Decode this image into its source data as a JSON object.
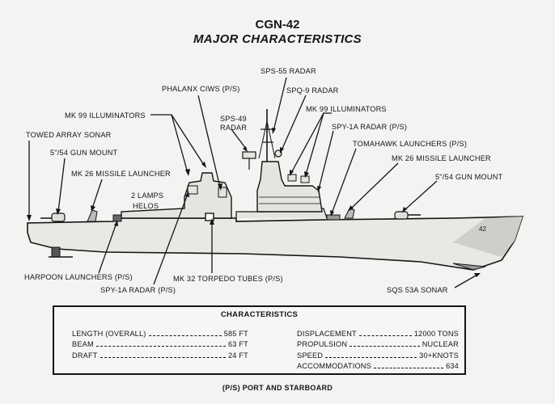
{
  "title": "CGN-42",
  "subtitle": "MAJOR CHARACTERISTICS",
  "hull_marking": "42",
  "callouts": {
    "towed_array_sonar": "TOWED ARRAY SONAR",
    "gun_mount_aft": "5\"/54 GUN MOUNT",
    "mk26_aft": "MK 26 MISSILE LAUNCHER",
    "mk99_aft": "MK 99 ILLUMINATORS",
    "phalanx": "PHALANX CIWS (P/S)",
    "sps55": "SPS-55 RADAR",
    "spq9": "SPQ-9 RADAR",
    "mk99_fwd": "MK 99 ILLUMINATORS",
    "sps49_line1": "SPS-49",
    "sps49_line2": "RADAR",
    "spy1a_fwd": "SPY-1A RADAR (P/S)",
    "tomahawk": "TOMAHAWK LAUNCHERS (P/S)",
    "mk26_fwd": "MK 26  MISSILE LAUNCHER",
    "gun_mount_fwd": "5\"/54 GUN MOUNT",
    "lamps_line1": "2 LAMPS",
    "lamps_line2": "HELOS",
    "harpoon": "HARPOON LAUNCHERS (P/S)",
    "spy1a_aft": "SPY-1A RADAR (P/S)",
    "torpedo": "MK 32 TORPEDO TUBES (P/S)",
    "sonar": "SQS 53A SONAR"
  },
  "characteristics": {
    "heading": "CHARACTERISTICS",
    "left": [
      {
        "label": "LENGTH (OVERALL)",
        "value": "585 FT"
      },
      {
        "label": "BEAM",
        "value": "63 FT"
      },
      {
        "label": "DRAFT",
        "value": "24 FT"
      }
    ],
    "right": [
      {
        "label": "DISPLACEMENT",
        "value": "12000 TONS"
      },
      {
        "label": "PROPULSION",
        "value": "NUCLEAR"
      },
      {
        "label": "SPEED",
        "value": "30+KNOTS"
      },
      {
        "label": "ACCOMMODATIONS",
        "value": "634"
      }
    ]
  },
  "footnote": "(P/S) PORT AND STARBOARD"
}
